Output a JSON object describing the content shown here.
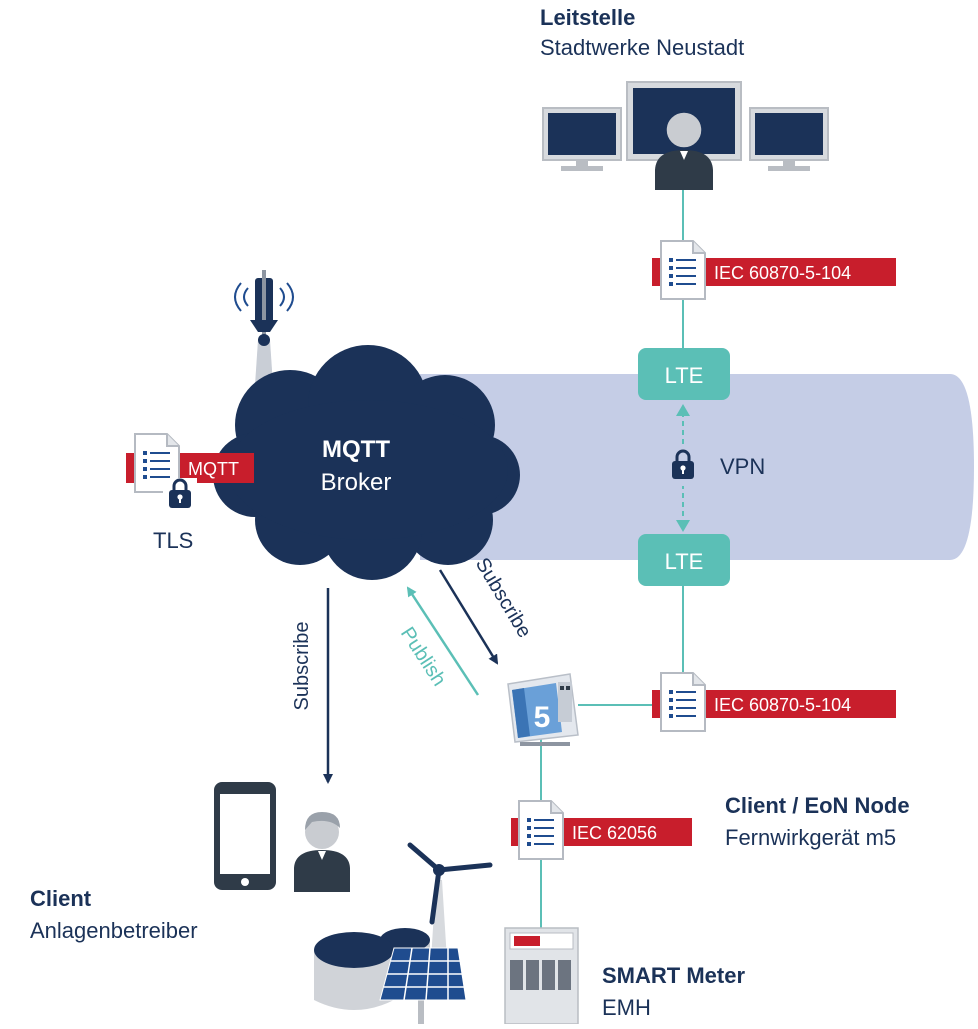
{
  "leitstelle": {
    "title": "Leitstelle",
    "subtitle": "Stadtwerke Neustadt"
  },
  "broker": {
    "line1": "MQTT",
    "line2": "Broker"
  },
  "protocols": {
    "mqtt": "MQTT",
    "tls": "TLS",
    "iec104_top": "IEC 60870-5-104",
    "iec104_bottom": "IEC 60870-5-104",
    "iec62056": "IEC 62056"
  },
  "network": {
    "lte_top": "LTE",
    "lte_bottom": "LTE",
    "vpn": "VPN"
  },
  "arrows": {
    "subscribe_left": "Subscribe",
    "subscribe_right": "Subscribe",
    "publish": "Publish"
  },
  "eon_node": {
    "title": "Client / EoN Node",
    "subtitle": "Fernwirkgerät m5",
    "device_label": "5"
  },
  "client": {
    "title": "Client",
    "subtitle": "Anlagenbetreiber"
  },
  "smart_meter": {
    "title": "SMART Meter",
    "subtitle": "EMH"
  },
  "colors": {
    "navy": "#1b3258",
    "teal": "#5bbfb6",
    "red": "#c81e2c",
    "tube": "#c5cde6",
    "grey": "#d0d3d8"
  }
}
